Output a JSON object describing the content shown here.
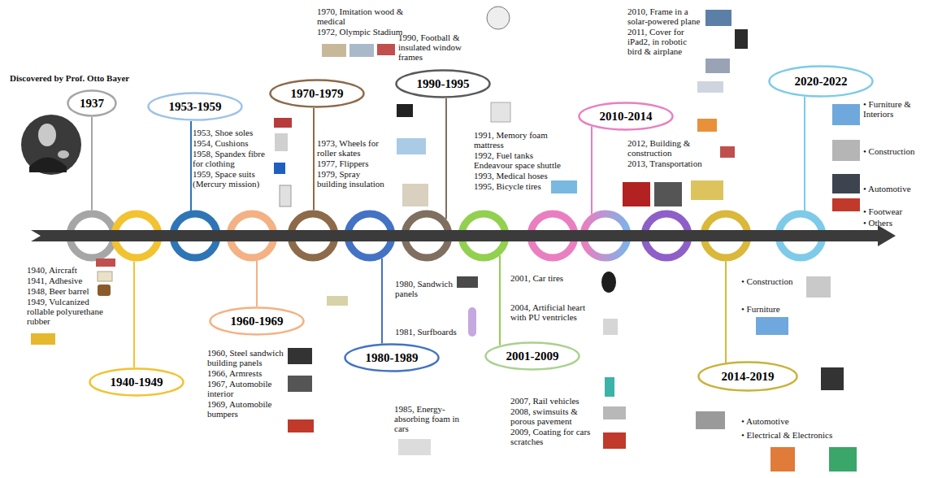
{
  "diagram": {
    "nodes": [
      {
        "text": [
          "1937"
        ]
      },
      {
        "text": [
          "1940-1949"
        ]
      },
      {
        "text": [
          "1953-1959"
        ]
      },
      {
        "text": [
          "1960-1969"
        ]
      },
      {
        "text": [
          "1970-1979"
        ]
      },
      {
        "text": [
          "1980-1989"
        ]
      },
      {
        "text": [
          "1990-1995"
        ]
      },
      {
        "text": [
          "2001-2009"
        ]
      },
      {
        "text": [
          "2010-2014"
        ]
      },
      {
        "text": [
          "2014-2019"
        ]
      },
      {
        "text": [
          "2020-2022"
        ]
      }
    ],
    "labels": [
      "Discovered by Prof. Otto Bayer",
      "1940, Aircraft",
      "1941, Adhesive",
      "1948, Beer barrel",
      "1949, Vulcanized rollable polyurethane rubber",
      "1953, Shoe soles",
      "1954, Cushions",
      "1958, Spandex fibre for clothing",
      "1959, Space suits (Mercury mission)",
      "1960, Steel sandwich building panels",
      "1966, Armrests",
      "1967, Automobile interior",
      "1969, Automobile bumpers",
      "1970, Imitation wood & medical",
      "1972, Olympic Stadium",
      "1973, Wheels for roller skates",
      "1977, Flippers",
      "1979, Spray building insulation",
      "1980, Sandwich panels",
      "1981, Surfboards",
      "1985, Energy-absorbing foam in cars",
      "1990, Football & insulated window frames",
      "1991, Memory foam mattress",
      "1992, Fuel tanks Endeavour space shuttle",
      "1993, Medical hoses",
      "1995, Bicycle tires",
      "2001, Car tires",
      "2004, Artificial heart with PU ventricles",
      "2007, Rail vehicles",
      "2008, swimsuits & porous pavement",
      "2009, Coating for cars scratches",
      "2010, Frame in a solar-powered plane",
      "2011, Cover for iPad2, in robotic bird & airplane",
      "2012, Building & construction",
      "2013, Transportation",
      "• Furniture & Interiors",
      "• Construction",
      "• Automotive",
      "• Footwear",
      "• Others",
      "• Construction",
      "• Furniture",
      "• Automotive",
      "• Electrical & Electronics"
    ]
  }
}
